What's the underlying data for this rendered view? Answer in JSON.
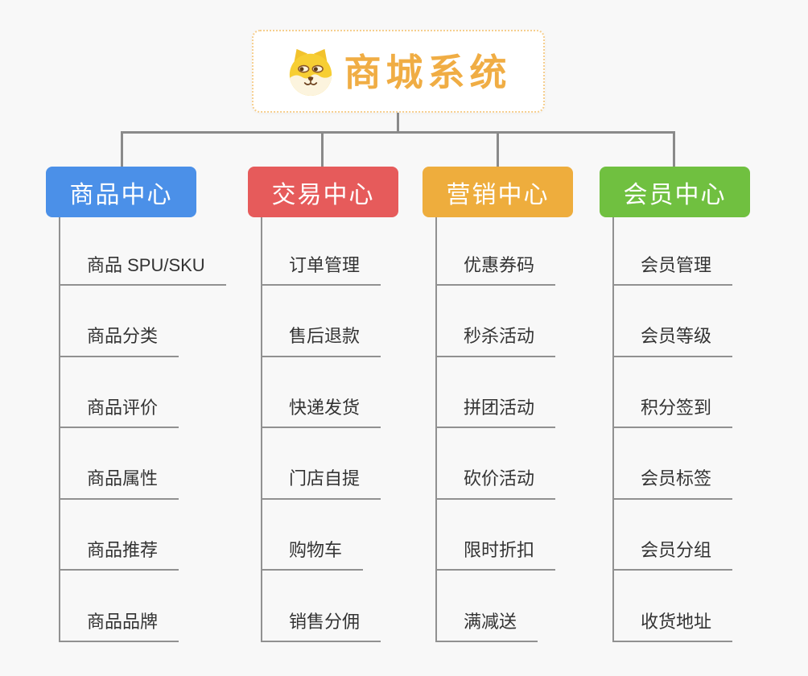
{
  "app": {
    "type": "mind-map"
  },
  "root": {
    "title": "商城系统",
    "icon": "dog-face-icon",
    "accent_color": "#f0ad44",
    "border_color": "#f6ce8e"
  },
  "branches": [
    {
      "label": "商品中心",
      "color": "#4b90e8",
      "children": [
        "商品 SPU/SKU",
        "商品分类",
        "商品评价",
        "商品属性",
        "商品推荐",
        "商品品牌"
      ]
    },
    {
      "label": "交易中心",
      "color": "#e65b5b",
      "children": [
        "订单管理",
        "售后退款",
        "快递发货",
        "门店自提",
        "购物车",
        "销售分佣"
      ]
    },
    {
      "label": "营销中心",
      "color": "#eead3d",
      "children": [
        "优惠券码",
        "秒杀活动",
        "拼团活动",
        "砍价活动",
        "限时折扣",
        "满减送"
      ]
    },
    {
      "label": "会员中心",
      "color": "#70c040",
      "children": [
        "会员管理",
        "会员等级",
        "积分签到",
        "会员标签",
        "会员分组",
        "收货地址"
      ]
    }
  ]
}
